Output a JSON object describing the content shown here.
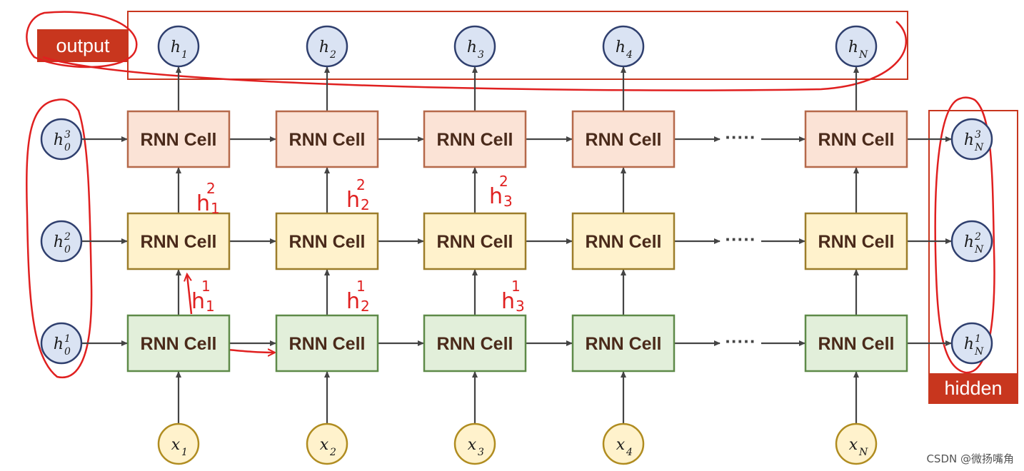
{
  "cell_label": "RNN Cell",
  "dots": "·····",
  "labels": {
    "output": "output",
    "hidden": "hidden"
  },
  "outputs": [
    {
      "base": "h",
      "sub": "1"
    },
    {
      "base": "h",
      "sub": "2"
    },
    {
      "base": "h",
      "sub": "3"
    },
    {
      "base": "h",
      "sub": "4"
    },
    {
      "base": "h",
      "sub": "N"
    }
  ],
  "inputs": [
    {
      "base": "x",
      "sub": "1"
    },
    {
      "base": "x",
      "sub": "2"
    },
    {
      "base": "x",
      "sub": "3"
    },
    {
      "base": "x",
      "sub": "4"
    },
    {
      "base": "x",
      "sub": "N"
    }
  ],
  "initial_states": [
    {
      "base": "h",
      "sub": "0",
      "sup": "3"
    },
    {
      "base": "h",
      "sub": "0",
      "sup": "2"
    },
    {
      "base": "h",
      "sub": "0",
      "sup": "1"
    }
  ],
  "final_states": [
    {
      "base": "h",
      "sub": "N",
      "sup": "3"
    },
    {
      "base": "h",
      "sub": "N",
      "sup": "2"
    },
    {
      "base": "h",
      "sub": "N",
      "sup": "1"
    }
  ],
  "annotations": [
    {
      "base": "h",
      "sub": "1",
      "sup": "2"
    },
    {
      "base": "h",
      "sub": "2",
      "sup": "2"
    },
    {
      "base": "h",
      "sub": "3",
      "sup": "2"
    },
    {
      "base": "h",
      "sub": "1",
      "sup": "1"
    },
    {
      "base": "h",
      "sub": "2",
      "sup": "1"
    },
    {
      "base": "h",
      "sub": "3",
      "sup": "1"
    }
  ],
  "watermark": "CSDN @微扬嘴角",
  "colors": {
    "layer3_fill": "#fbe3d6",
    "layer3_stroke": "#b5694a",
    "layer2_fill": "#fff2cc",
    "layer2_stroke": "#9c7d2a",
    "layer1_fill": "#e2efda",
    "layer1_stroke": "#5e8a48",
    "state_fill": "#dae3f3",
    "state_stroke": "#2f3f6e",
    "input_fill": "#fff2cc",
    "input_stroke": "#b08c20",
    "annotation": "#e02020",
    "label_bg": "#c8361e"
  }
}
